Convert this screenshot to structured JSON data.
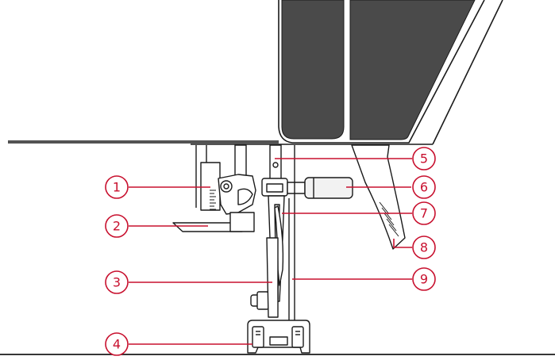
{
  "colors": {
    "accent": "#c8102e",
    "outline": "#1a1a1a",
    "panel": "#4a4a4a",
    "metal": "#f2f2f2"
  },
  "callouts": [
    {
      "id": "c1",
      "label": "1"
    },
    {
      "id": "c2",
      "label": "2"
    },
    {
      "id": "c3",
      "label": "3"
    },
    {
      "id": "c4",
      "label": "4"
    },
    {
      "id": "c5",
      "label": "5"
    },
    {
      "id": "c6",
      "label": "6"
    },
    {
      "id": "c7",
      "label": "7"
    },
    {
      "id": "c8",
      "label": "8"
    },
    {
      "id": "c9",
      "label": "9"
    }
  ]
}
